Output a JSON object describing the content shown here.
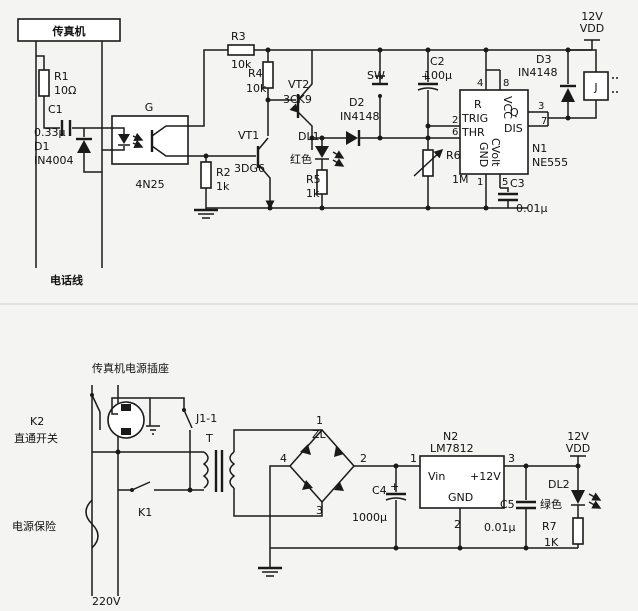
{
  "top_circuit": {
    "fax_box_label": "传真机",
    "phone_line_label": "电话线",
    "vdd_top": {
      "voltage": "12V",
      "name": "VDD"
    },
    "r1": {
      "ref": "R1",
      "value": "10Ω"
    },
    "c1": {
      "ref": "C1",
      "value": "0.33μ"
    },
    "d1": {
      "ref": "D1",
      "part": "IN4004"
    },
    "optocoupler": {
      "ref": "G",
      "part": "4N25"
    },
    "r2": {
      "ref": "R2",
      "value": "1k"
    },
    "r3": {
      "ref": "R3",
      "value": "10k"
    },
    "r4": {
      "ref": "R4",
      "value": "10k"
    },
    "vt1": {
      "ref": "VT1",
      "part": "3DG6"
    },
    "vt2": {
      "ref": "VT2",
      "part": "3CK9"
    },
    "dl1": {
      "ref": "DL1",
      "color": "红色"
    },
    "r5": {
      "ref": "R5",
      "value": "1k"
    },
    "d2": {
      "ref": "D2",
      "part": "IN4148"
    },
    "sw": {
      "ref": "SW"
    },
    "c2": {
      "ref": "C2",
      "value": "100μ"
    },
    "r6": {
      "ref": "R6",
      "value": "1M"
    },
    "c3": {
      "ref": "C3",
      "value": "0.01μ"
    },
    "ic555": {
      "ref": "N1",
      "part": "NE555",
      "pins": [
        "R",
        "VCC",
        "TRIG",
        "THR",
        "Q",
        "DIS",
        "CVolt",
        "GND"
      ],
      "pin_numbers": [
        "4",
        "8",
        "2",
        "6",
        "3",
        "7",
        "5",
        "1"
      ]
    },
    "d3": {
      "ref": "D3",
      "part": "IN4148"
    },
    "relay": {
      "ref": "J"
    }
  },
  "bottom_circuit": {
    "socket_label": "传真机电源插座",
    "k2_ref": "K2",
    "k2_label": "直通开关",
    "j1_ref": "J1-1",
    "fuse_label": "电源保险",
    "mains_label": "220V",
    "k1_ref": "K1",
    "transformer_ref": "T",
    "bridge_ref": "ZL",
    "bridge_pins": [
      "1",
      "2",
      "3",
      "4"
    ],
    "c4": {
      "ref": "C4",
      "value": "1000μ"
    },
    "regulator": {
      "ref": "N2",
      "part": "LM7812",
      "vin": "Vin",
      "out": "+12V",
      "gnd": "GND",
      "pins": [
        "1",
        "2",
        "3"
      ]
    },
    "c5": {
      "ref": "C5",
      "value": "0.01μ"
    },
    "dl2": {
      "ref": "DL2",
      "color": "绿色"
    },
    "r7": {
      "ref": "R7",
      "value": "1K"
    },
    "vdd_bottom": {
      "voltage": "12V",
      "name": "VDD"
    }
  }
}
